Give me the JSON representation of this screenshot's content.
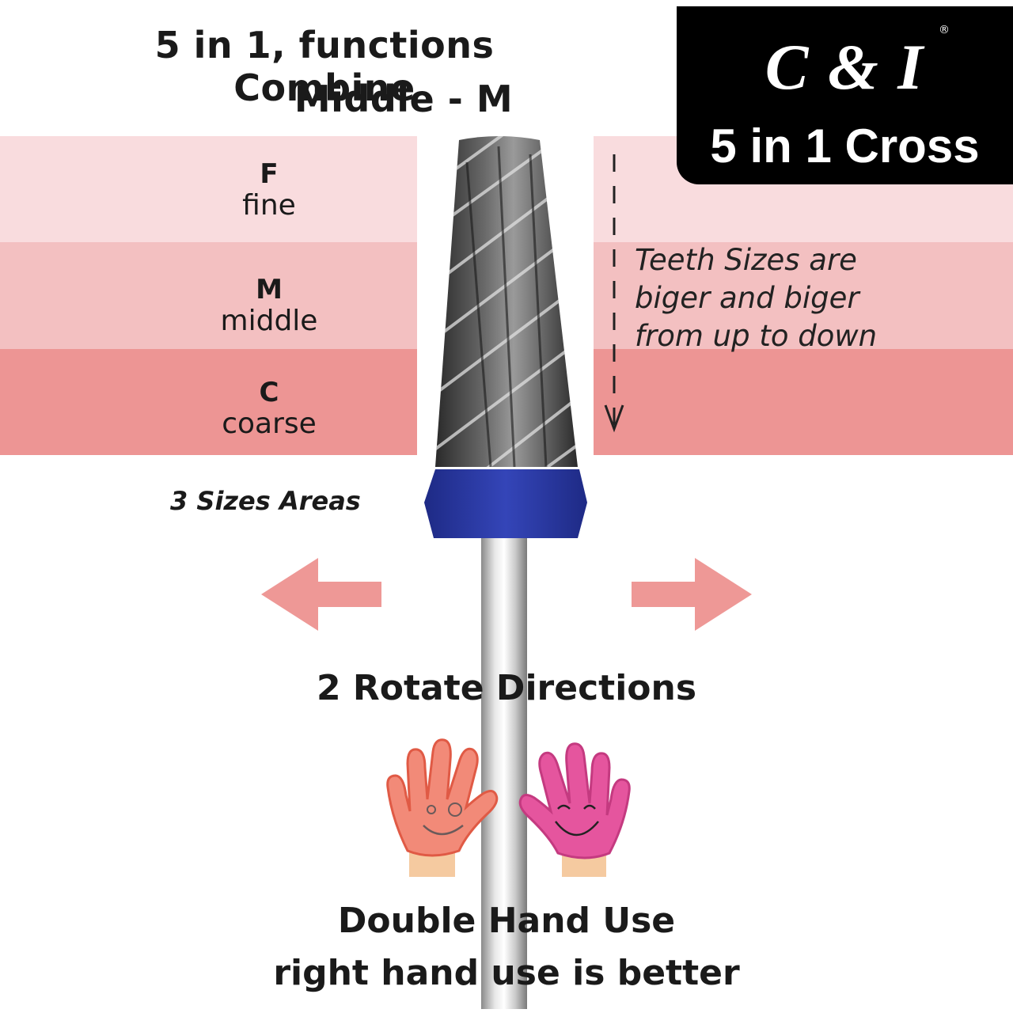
{
  "headline": {
    "line1": "5 in 1, functions Combine",
    "line2": "Middle - M"
  },
  "brand": {
    "logo_text": "C & I",
    "registered": "®",
    "product": "5 in 1 Cross"
  },
  "sizes": [
    {
      "letter": "F",
      "word": "fine"
    },
    {
      "letter": "M",
      "word": "middle"
    },
    {
      "letter": "C",
      "word": "coarse"
    }
  ],
  "teeth_note": {
    "line1": "Teeth Sizes are",
    "line2": "biger and biger",
    "line3": "from up to down"
  },
  "sizes_areas_label": "3 Sizes Areas",
  "rotate_label": "2 Rotate Directions",
  "usage": {
    "line1": "Double Hand Use",
    "line2": "right hand use is better"
  },
  "colors": {
    "band_fine": "#f9dcde",
    "band_middle": "#f3c0c1",
    "band_coarse": "#ed9594",
    "arrow": "#ee9896",
    "collar": "#2b3a9e",
    "hand_left": "#f28a78",
    "hand_right": "#e5559e"
  },
  "icons": [
    "left-arrow-icon",
    "right-arrow-icon",
    "down-arrow-icon",
    "left-hand-icon",
    "right-hand-icon",
    "drill-bit-image"
  ]
}
